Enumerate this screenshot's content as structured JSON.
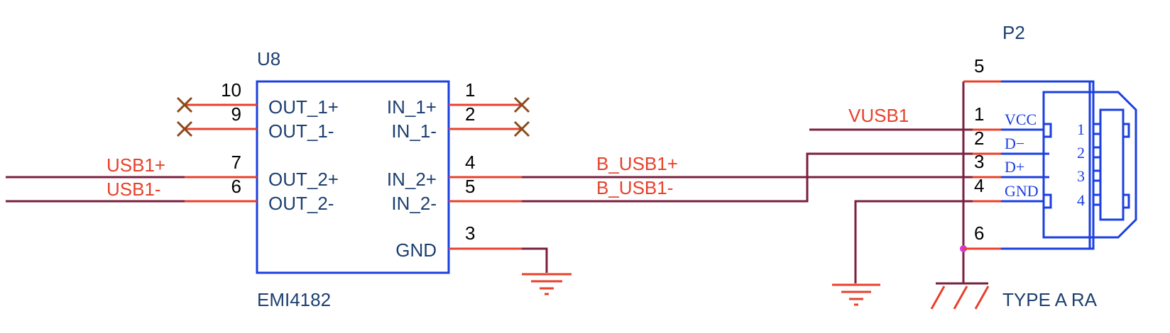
{
  "u8": {
    "refdes": "U8",
    "part": "EMI4182",
    "left_pins": [
      {
        "number": "10",
        "name": "OUT_1+"
      },
      {
        "number": "9",
        "name": "OUT_1-"
      },
      {
        "number": "7",
        "name": "OUT_2+"
      },
      {
        "number": "6",
        "name": "OUT_2-"
      }
    ],
    "right_pins": [
      {
        "number": "1",
        "name": "IN_1+"
      },
      {
        "number": "2",
        "name": "IN_1-"
      },
      {
        "number": "4",
        "name": "IN_2+"
      },
      {
        "number": "5",
        "name": "IN_2-"
      },
      {
        "number": "3",
        "name": "GND"
      }
    ]
  },
  "nets": {
    "usb1_plus": "USB1+",
    "usb1_minus": "USB1-",
    "b_usb1_plus": "B_USB1+",
    "b_usb1_minus": "B_USB1-",
    "vusb1": "VUSB1"
  },
  "p2": {
    "refdes": "P2",
    "type": "TYPE A RA",
    "pins": [
      {
        "number": "5",
        "name": ""
      },
      {
        "number": "1",
        "name": "VCC"
      },
      {
        "number": "2",
        "name": "D−"
      },
      {
        "number": "3",
        "name": "D+"
      },
      {
        "number": "4",
        "name": "GND"
      },
      {
        "number": "6",
        "name": ""
      }
    ],
    "contact_numbers": [
      "1",
      "2",
      "3",
      "4"
    ]
  },
  "colors": {
    "wire": "#7a1f3d",
    "pin": "#e8402b",
    "body": "#1b3fe0",
    "label": "#1c3f70",
    "no_connect": "#8a4a1a",
    "junction": "#d63ad6"
  }
}
